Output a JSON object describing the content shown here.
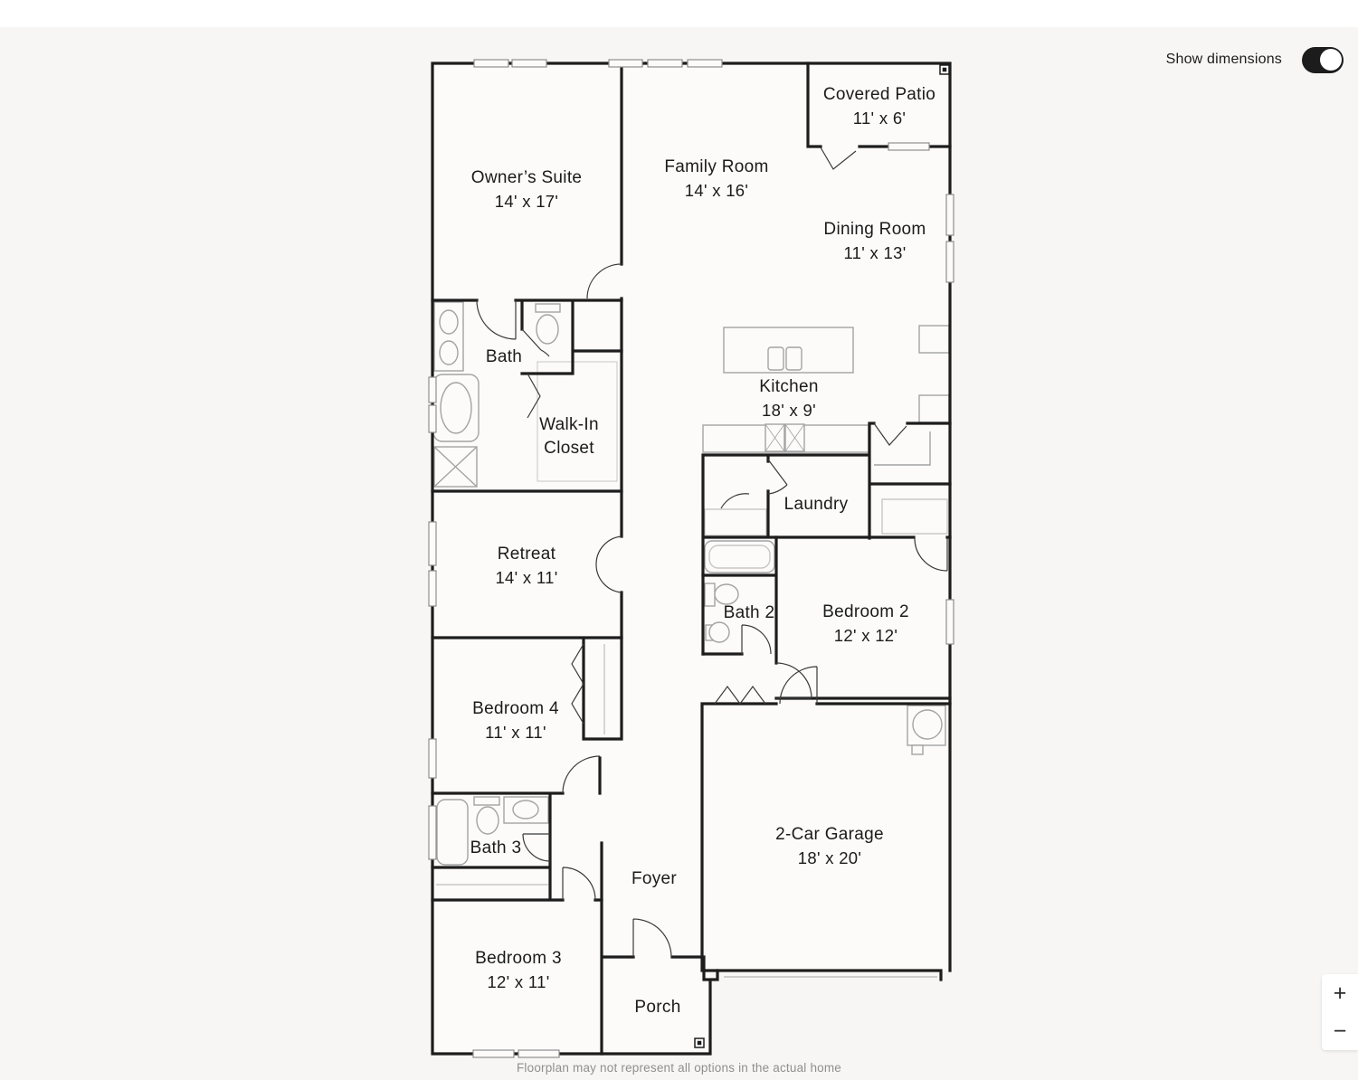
{
  "header": {
    "show_dimensions_label": "Show dimensions",
    "toggle_state": "on"
  },
  "rooms": {
    "owners_suite": {
      "name": "Owner’s Suite",
      "dims": "14' x 17'"
    },
    "family_room": {
      "name": "Family Room",
      "dims": "14' x 16'"
    },
    "covered_patio": {
      "name": "Covered Patio",
      "dims": "11' x 6'"
    },
    "dining_room": {
      "name": "Dining Room",
      "dims": "11' x 13'"
    },
    "kitchen": {
      "name": "Kitchen",
      "dims": "18' x 9'"
    },
    "bath": {
      "name": "Bath"
    },
    "walk_in_closet": {
      "name": "Walk-In Closet"
    },
    "laundry": {
      "name": "Laundry"
    },
    "retreat": {
      "name": "Retreat",
      "dims": "14' x 11'"
    },
    "bath_2": {
      "name": "Bath 2"
    },
    "bedroom_2": {
      "name": "Bedroom 2",
      "dims": "12' x 12'"
    },
    "bedroom_4": {
      "name": "Bedroom 4",
      "dims": "11' x 11'"
    },
    "bath_3": {
      "name": "Bath 3"
    },
    "foyer": {
      "name": "Foyer"
    },
    "garage": {
      "name": "2-Car Garage",
      "dims": "18' x 20'"
    },
    "bedroom_3": {
      "name": "Bedroom 3",
      "dims": "12' x 11'"
    },
    "porch": {
      "name": "Porch"
    }
  },
  "zoom_controls": {
    "zoom_in": "+",
    "zoom_out": "−"
  },
  "footer": {
    "disclaimer": "Floorplan may not represent all options in the actual home"
  },
  "colors": {
    "wall": "#1d1d1d",
    "fixture": "#a3a3a3",
    "page_background": "#f7f6f4",
    "plan_background": "#fcfbfa",
    "toggle": "#1c1c1c",
    "footer_text": "#8f8f8f"
  }
}
